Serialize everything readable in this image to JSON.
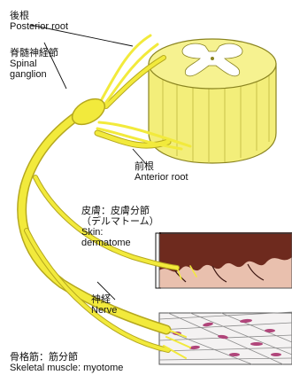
{
  "labels": {
    "posterior_root": {
      "ja": "後根",
      "en": "Posterior root"
    },
    "spinal_ganglion": {
      "ja": "脊髄神経節",
      "en1": "Spinal",
      "en2": "ganglion"
    },
    "anterior_root": {
      "ja": "前根",
      "en": "Anterior root"
    },
    "skin": {
      "ja1": "皮膚：皮膚分節",
      "ja2": "（デルマトーム）",
      "en1": "Skin:",
      "en2": "dermatome"
    },
    "nerve": {
      "ja": "神経",
      "en": "Nerve"
    },
    "muscle": {
      "ja": "骨格筋：筋分節",
      "en": "Skeletal muscle: myotome"
    }
  },
  "colors": {
    "nerve": "#f2ea3c",
    "nerve_outline": "#b5a81e",
    "cord_yellow": "#f3ee7a",
    "cord_outline": "#8a8420",
    "gray_matter": "#ffffff",
    "skin_brown": "#6e2a1e",
    "skin_pink": "#e7b9a6",
    "muscle_fiber": "#b0457a"
  }
}
